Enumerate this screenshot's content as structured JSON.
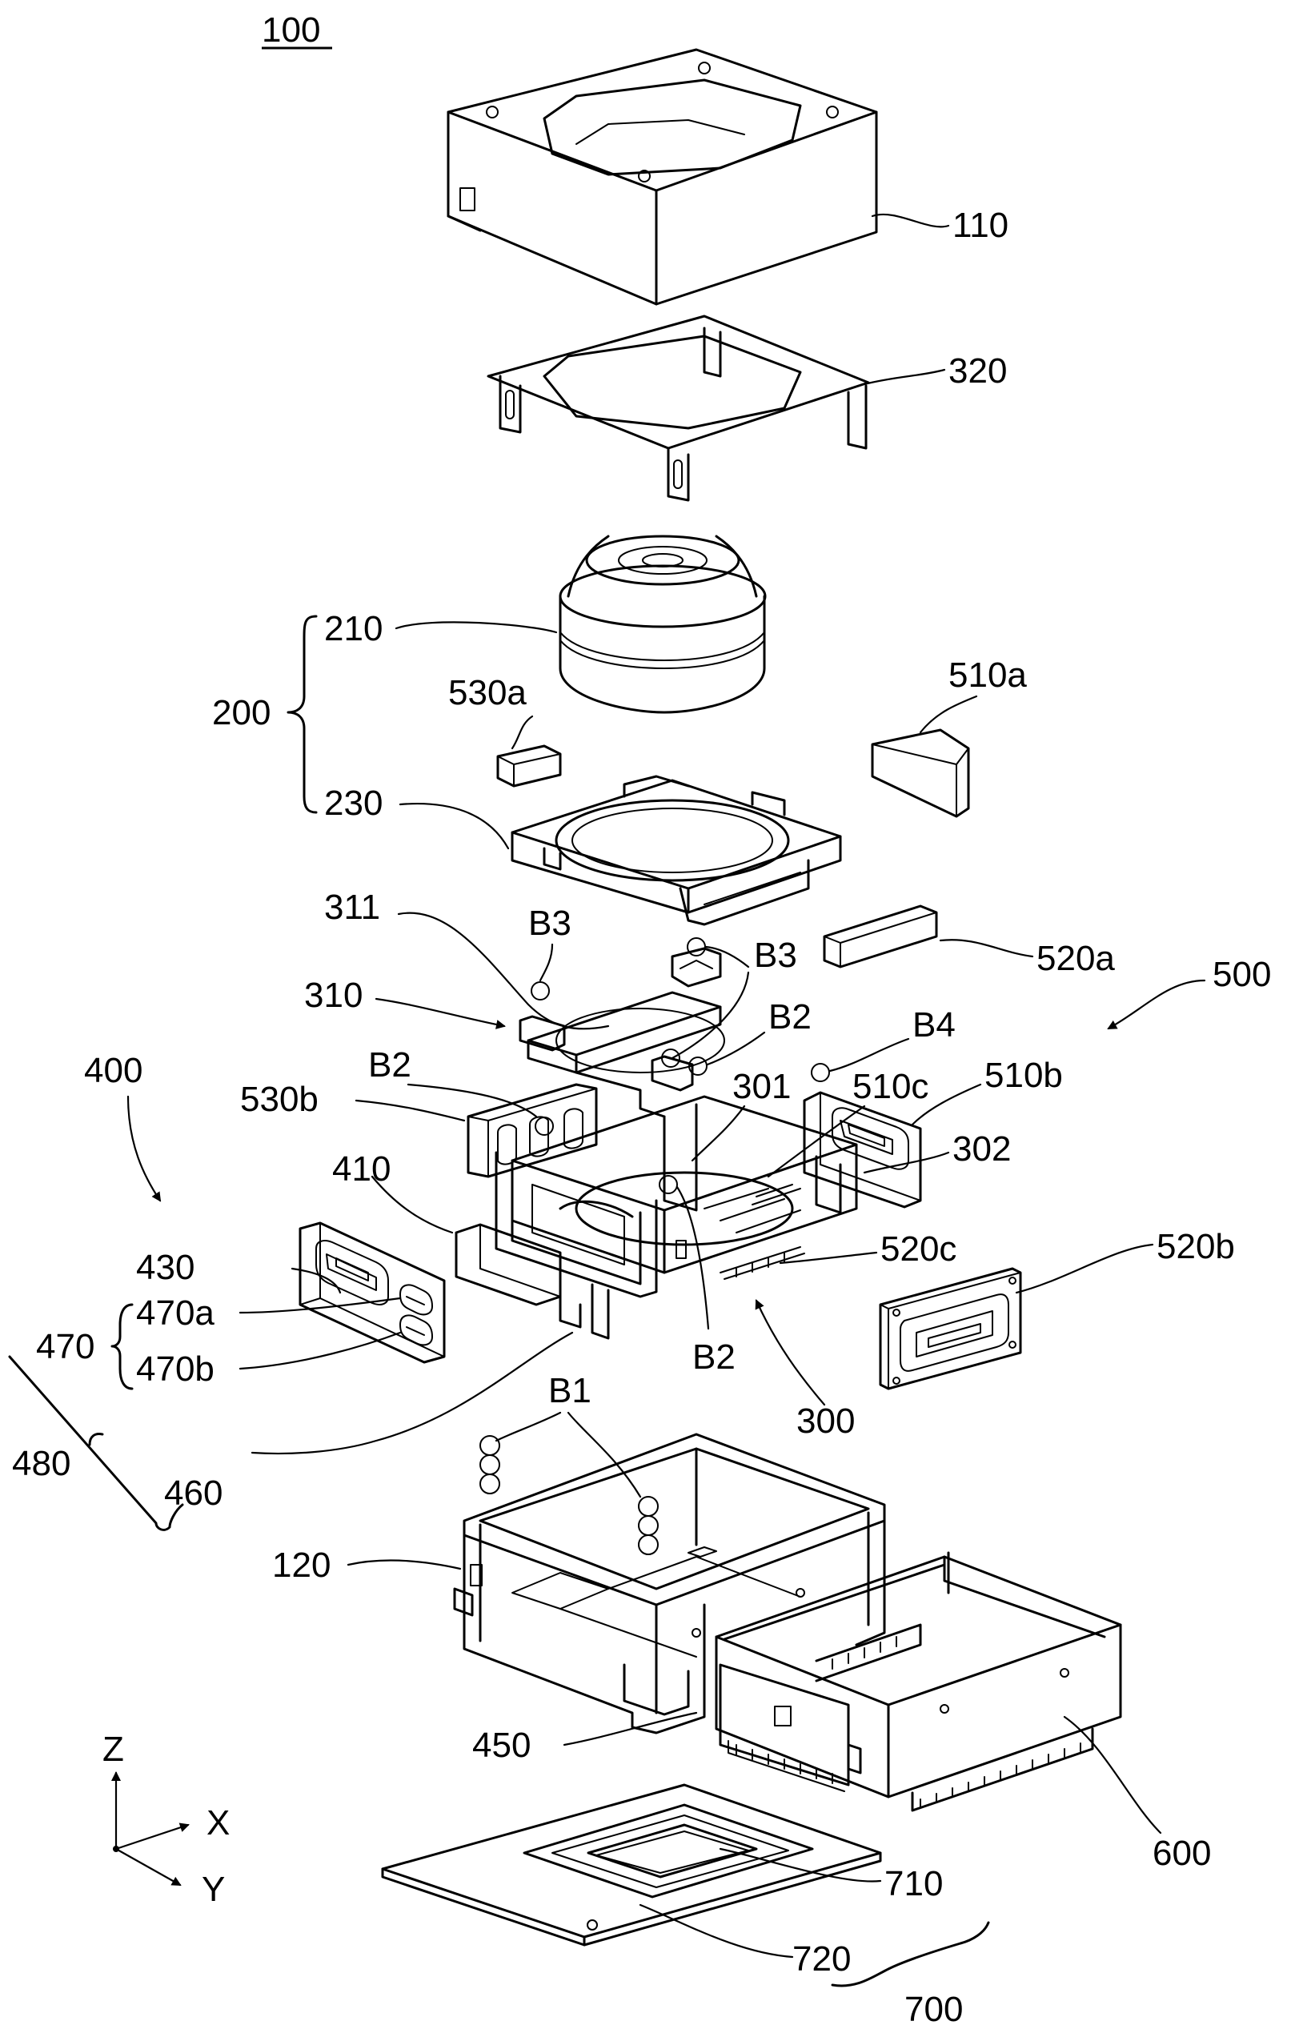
{
  "figure": {
    "assembly_ref": "100",
    "parts": {
      "p110": "110",
      "p320": "320",
      "p210": "210",
      "p200": "200",
      "p530a": "530a",
      "p510a": "510a",
      "p230": "230",
      "p311": "311",
      "p310": "310",
      "p520a": "520a",
      "p500": "500",
      "p400": "400",
      "p530b": "530b",
      "p410": "410",
      "p430": "430",
      "p470a": "470a",
      "p470": "470",
      "p470b": "470b",
      "p480": "480",
      "p460": "460",
      "p301": "301",
      "p510c": "510c",
      "p510b": "510b",
      "p302": "302",
      "p520c": "520c",
      "p520b": "520b",
      "p300": "300",
      "p120": "120",
      "p450": "450",
      "p600": "600",
      "p710": "710",
      "p720": "720",
      "p700": "700"
    },
    "balls": {
      "b3_left": "B3",
      "b3_right": "B3",
      "b2_upper": "B2",
      "b2_left": "B2",
      "b4": "B4",
      "b2_lower": "B2",
      "b1": "B1"
    },
    "axes": {
      "z": "Z",
      "x": "X",
      "y": "Y"
    }
  }
}
